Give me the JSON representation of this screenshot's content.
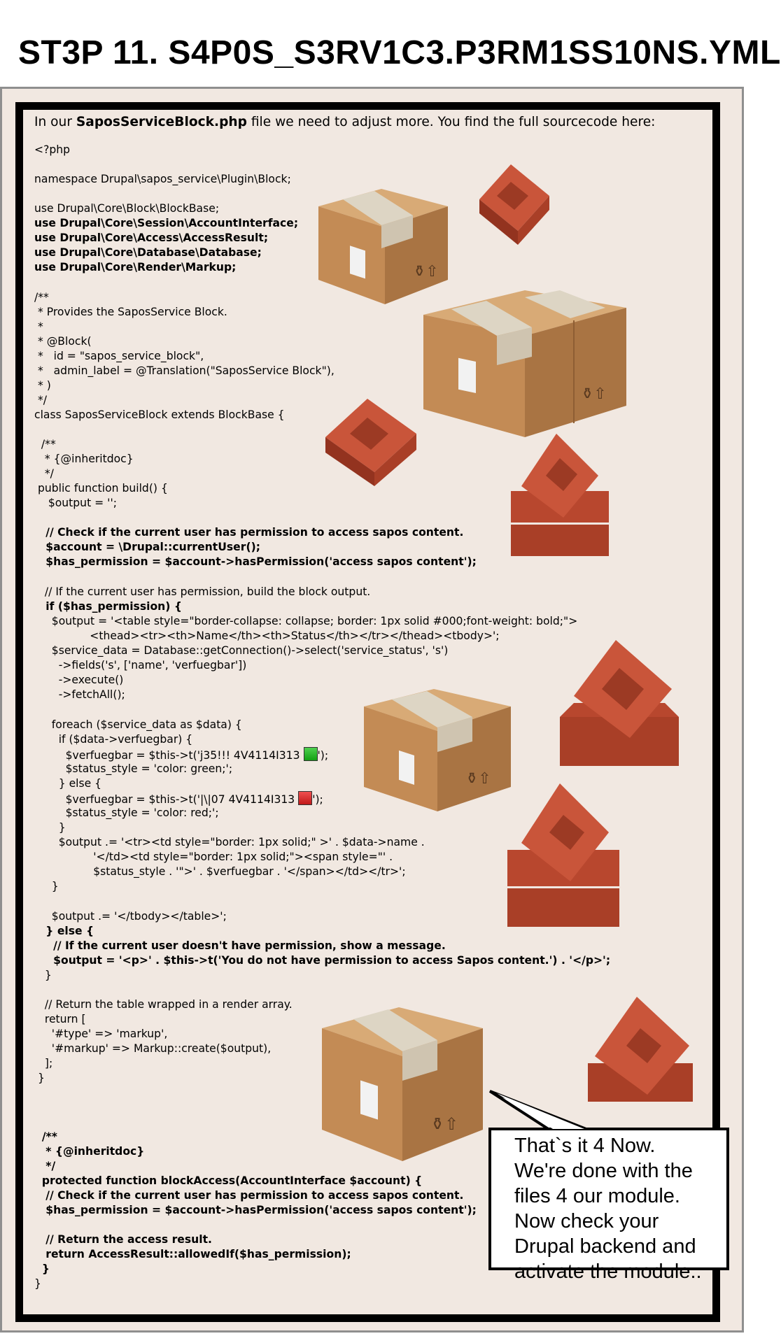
{
  "title": "ST3P 11. S4P0S_S3RV1C3.P3RM1SS10NS.YML",
  "intro": {
    "prefix": "In our ",
    "filename": "SaposServiceBlock.php",
    "suffix": " file we need to adjust more. You find the  full sourcecode here:"
  },
  "code_lines": [
    {
      "text": "<?php",
      "bold": false
    },
    {
      "text": "namespace Drupal\\sapos_service\\Plugin\\Block;",
      "bold": false
    },
    {
      "text": "use Drupal\\Core\\Block\\BlockBase;",
      "bold": false
    },
    {
      "text": "use Drupal\\Core\\Session\\AccountInterface;",
      "bold": true
    },
    {
      "text": "use Drupal\\Core\\Access\\AccessResult;",
      "bold": true
    },
    {
      "text": "use Drupal\\Core\\Database\\Database;",
      "bold": true
    },
    {
      "text": "use Drupal\\Core\\Render\\Markup;",
      "bold": true
    },
    {
      "text": "/**",
      "bold": false
    },
    {
      "text": " * Provides the SaposService Block.",
      "bold": false
    },
    {
      "text": " *",
      "bold": false
    },
    {
      "text": " * @Block(",
      "bold": false
    },
    {
      "text": " *   id = \"sapos_service_block\",",
      "bold": false
    },
    {
      "text": " *   admin_label = @Translation(\"SaposService Block\"),",
      "bold": false
    },
    {
      "text": " * )",
      "bold": false
    },
    {
      "text": " */",
      "bold": false
    },
    {
      "text": "class SaposServiceBlock extends BlockBase {",
      "bold": false
    },
    {
      "text": "  /**",
      "bold": false
    },
    {
      "text": "   * {@inheritdoc}",
      "bold": false
    },
    {
      "text": "   */",
      "bold": false
    },
    {
      "text": " public function build() {",
      "bold": false
    },
    {
      "text": "    $output = '';",
      "bold": false
    },
    {
      "text": "   // Check if the current user has permission to access sapos content.",
      "bold": true
    },
    {
      "text": "   $account = \\Drupal::currentUser();",
      "bold": true
    },
    {
      "text": "   $has_permission = $account->hasPermission('access sapos content');",
      "bold": true
    },
    {
      "text": "   // If the current user has permission, build the block output.",
      "bold": false
    },
    {
      "text": "   if ($has_permission) {",
      "bold": true
    },
    {
      "text": "     $output = '<table style=\"border-collapse: collapse; border: 1px solid #000;font-weight: bold;\">",
      "bold": false
    },
    {
      "text": "                <thead><tr><th>Name</th><th>Status</th></tr></thead><tbody>';",
      "bold": false
    },
    {
      "text": "     $service_data = Database::getConnection()->select('service_status', 's')",
      "bold": false
    },
    {
      "text": "       ->fields('s', ['name', 'verfuegbar'])",
      "bold": false
    },
    {
      "text": "       ->execute()",
      "bold": false
    },
    {
      "text": "       ->fetchAll();",
      "bold": false
    },
    {
      "text": "     foreach ($service_data as $data) {",
      "bold": false
    },
    {
      "text": "       if ($data->verfuegbar) {",
      "bold": false
    },
    {
      "text": "         $verfuegbar = $this->t('j35!!! 4V4114I313 ",
      "bold": false,
      "box": "green",
      "after": "');"
    },
    {
      "text": "         $status_style = 'color: green;';",
      "bold": false
    },
    {
      "text": "       } else {",
      "bold": false
    },
    {
      "text": "         $verfuegbar = $this->t('|\\|07 4V4114I313 ",
      "bold": false,
      "box": "red",
      "after": "');"
    },
    {
      "text": "         $status_style = 'color: red;';",
      "bold": false
    },
    {
      "text": "       }",
      "bold": false
    },
    {
      "text": "       $output .= '<tr><td style=\"border: 1px solid;\" >' . $data->name .",
      "bold": false
    },
    {
      "text": "                 '</td><td style=\"border: 1px solid;\"><span style=\"' .",
      "bold": false
    },
    {
      "text": "                 $status_style . '\">' . $verfuegbar . '</span></td></tr>';",
      "bold": false
    },
    {
      "text": "     }",
      "bold": false
    },
    {
      "text": "     $output .= '</tbody></table>';",
      "bold": false
    },
    {
      "text": "   } else {",
      "bold": true
    },
    {
      "text": "     // If the current user doesn't have permission, show a message.",
      "bold": true
    },
    {
      "text": "     $output = '<p>' . $this->t('You do not have permission to access Sapos content.') . '</p>';",
      "bold": true
    },
    {
      "text": "   }",
      "bold": false
    },
    {
      "text": "   // Return the table wrapped in a render array.",
      "bold": false
    },
    {
      "text": "   return [",
      "bold": false
    },
    {
      "text": "     '#type' => 'markup',",
      "bold": false
    },
    {
      "text": "     '#markup' => Markup::create($output),",
      "bold": false
    },
    {
      "text": "   ];",
      "bold": false
    },
    {
      "text": " }",
      "bold": false
    },
    {
      "text": "  /**",
      "bold": true
    },
    {
      "text": "   * {@inheritdoc}",
      "bold": true
    },
    {
      "text": "   */",
      "bold": true
    },
    {
      "text": "  protected function blockAccess(AccountInterface $account) {",
      "bold": true
    },
    {
      "text": "   // Check if the current user has permission to access sapos content.",
      "bold": true
    },
    {
      "text": "   $has_permission = $account->hasPermission('access sapos content');",
      "bold": true
    },
    {
      "text": "   // Return the access result.",
      "bold": true
    },
    {
      "text": "   return AccessResult::allowedIf($has_permission);",
      "bold": true
    },
    {
      "text": "  }",
      "bold": true
    },
    {
      "text": "}",
      "bold": false
    }
  ],
  "speech_bubble": "That`s it 4 Now.\nWe're done with the\nfiles 4 our module.\nNow check your\nDrupal backend and\nactivate the module.."
}
